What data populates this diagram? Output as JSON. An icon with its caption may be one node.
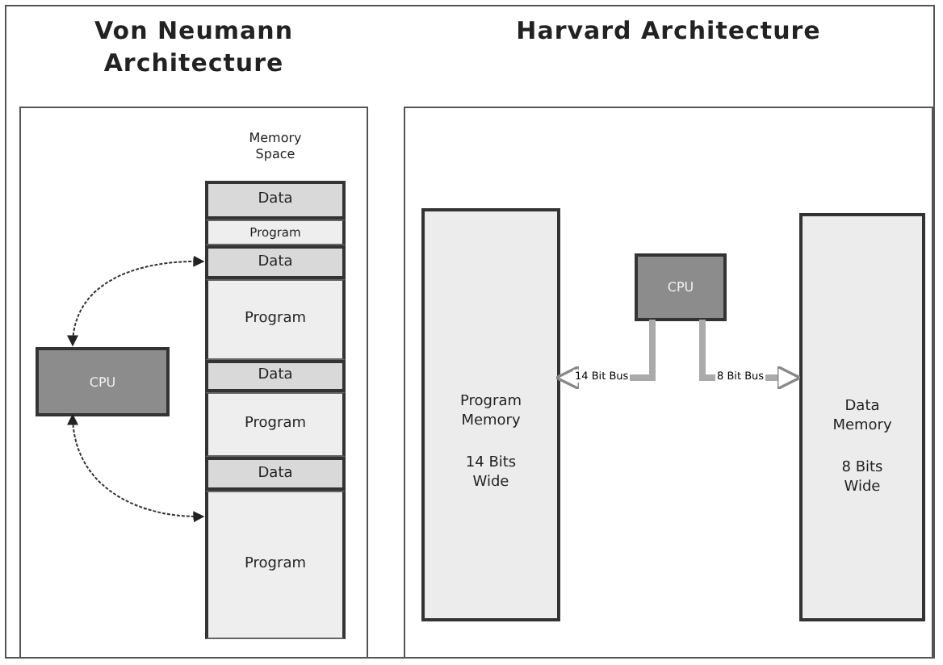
{
  "diagram": {
    "nodes": [
      {
        "text": [
          "Von Neumann Architecture"
        ]
      },
      {
        "text": [
          "Memory Space"
        ],
        "in": 0
      },
      {
        "text": [
          "Data"
        ],
        "in": 1
      },
      {
        "text": [
          "Program"
        ],
        "in": 1
      },
      {
        "text": [
          "Data"
        ],
        "in": 1
      },
      {
        "text": [
          "Program"
        ],
        "in": 1
      },
      {
        "text": [
          "Data"
        ],
        "in": 1
      },
      {
        "text": [
          "Program"
        ],
        "in": 1
      },
      {
        "text": [
          "Data"
        ],
        "in": 1
      },
      {
        "text": [
          "Program"
        ],
        "in": 1
      },
      {
        "text": [
          "CPU"
        ],
        "in": 0
      },
      {
        "text": [
          "Harvard Architecture"
        ]
      },
      {
        "text": [
          "Program Memory",
          "14 Bits Wide"
        ],
        "in": 11
      },
      {
        "text": [
          "CPU"
        ],
        "in": 11
      },
      {
        "text": [
          "Data Memory",
          "8 Bits Wide"
        ],
        "in": 11
      }
    ],
    "edges": [
      {
        "from": 10,
        "to": 4,
        "arrow": "both",
        "style": "dashed"
      },
      {
        "from": 10,
        "to": 9,
        "arrow": "both",
        "style": "dashed"
      },
      {
        "from": 13,
        "to": 12,
        "arrow": "to",
        "label": "14 Bit Bus",
        "style": "thick",
        "color": "#aaaaaa"
      },
      {
        "from": 13,
        "to": 14,
        "arrow": "to",
        "label": "8 Bit Bus",
        "style": "thick",
        "color": "#aaaaaa"
      }
    ]
  }
}
